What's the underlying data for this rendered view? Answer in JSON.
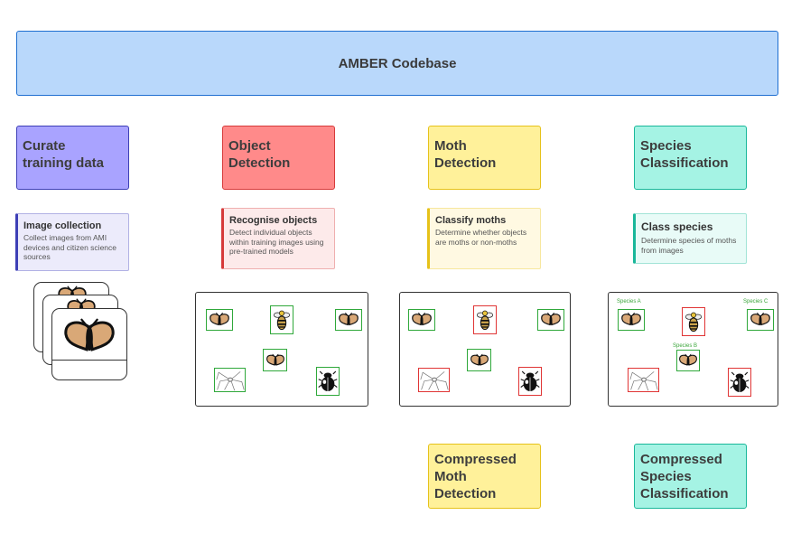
{
  "banner": {
    "title": "AMBER Codebase"
  },
  "stages": [
    {
      "line1": "Curate",
      "line2": "training data",
      "line3": "",
      "fill": "#a9a3ff",
      "border": "#3d3fb6"
    },
    {
      "line1": "Object",
      "line2": "Detection",
      "line3": "",
      "fill": "#ff8a8a",
      "border": "#d63a3a"
    },
    {
      "line1": "Moth",
      "line2": "Detection",
      "line3": "",
      "fill": "#fff19a",
      "border": "#e6c21a"
    },
    {
      "line1": "Species",
      "line2": "Classification",
      "line3": "",
      "fill": "#a5f3e4",
      "border": "#19b79a"
    }
  ],
  "cards": [
    {
      "title": "Image collection",
      "desc": "Collect images from AMI devices and citizen science sources",
      "fill": "#ecebfb",
      "border": "#3d3fb6"
    },
    {
      "title": "Recognise objects",
      "desc": "Detect individual objects within training images using pre-trained models",
      "fill": "#fdeaea",
      "border": "#d63a3a"
    },
    {
      "title": "Classify moths",
      "desc": "Determine whether objects are moths or non-moths",
      "fill": "#fff9e2",
      "border": "#e6c21a"
    },
    {
      "title": "Class species",
      "desc": "Determine species of moths from images",
      "fill": "#e8fbf7",
      "border": "#19b79a"
    }
  ],
  "compressed": [
    {
      "line1": "Compressed",
      "line2": "Moth",
      "line3": "Detection"
    },
    {
      "line1": "Compressed",
      "line2": "Species",
      "line3": "Classification"
    }
  ],
  "species_labels": {
    "a": "Species A",
    "b": "Species B",
    "c": "Species C"
  },
  "icons": {
    "moth": "moth-icon",
    "bee": "bee-icon",
    "spider": "spider-icon",
    "beetle": "beetle-icon"
  },
  "colors": {
    "correct_box": "#2fa83a",
    "rejected_box": "#e03535",
    "moth_wing": "#d9a877",
    "bee_body": "#c9a24a"
  }
}
